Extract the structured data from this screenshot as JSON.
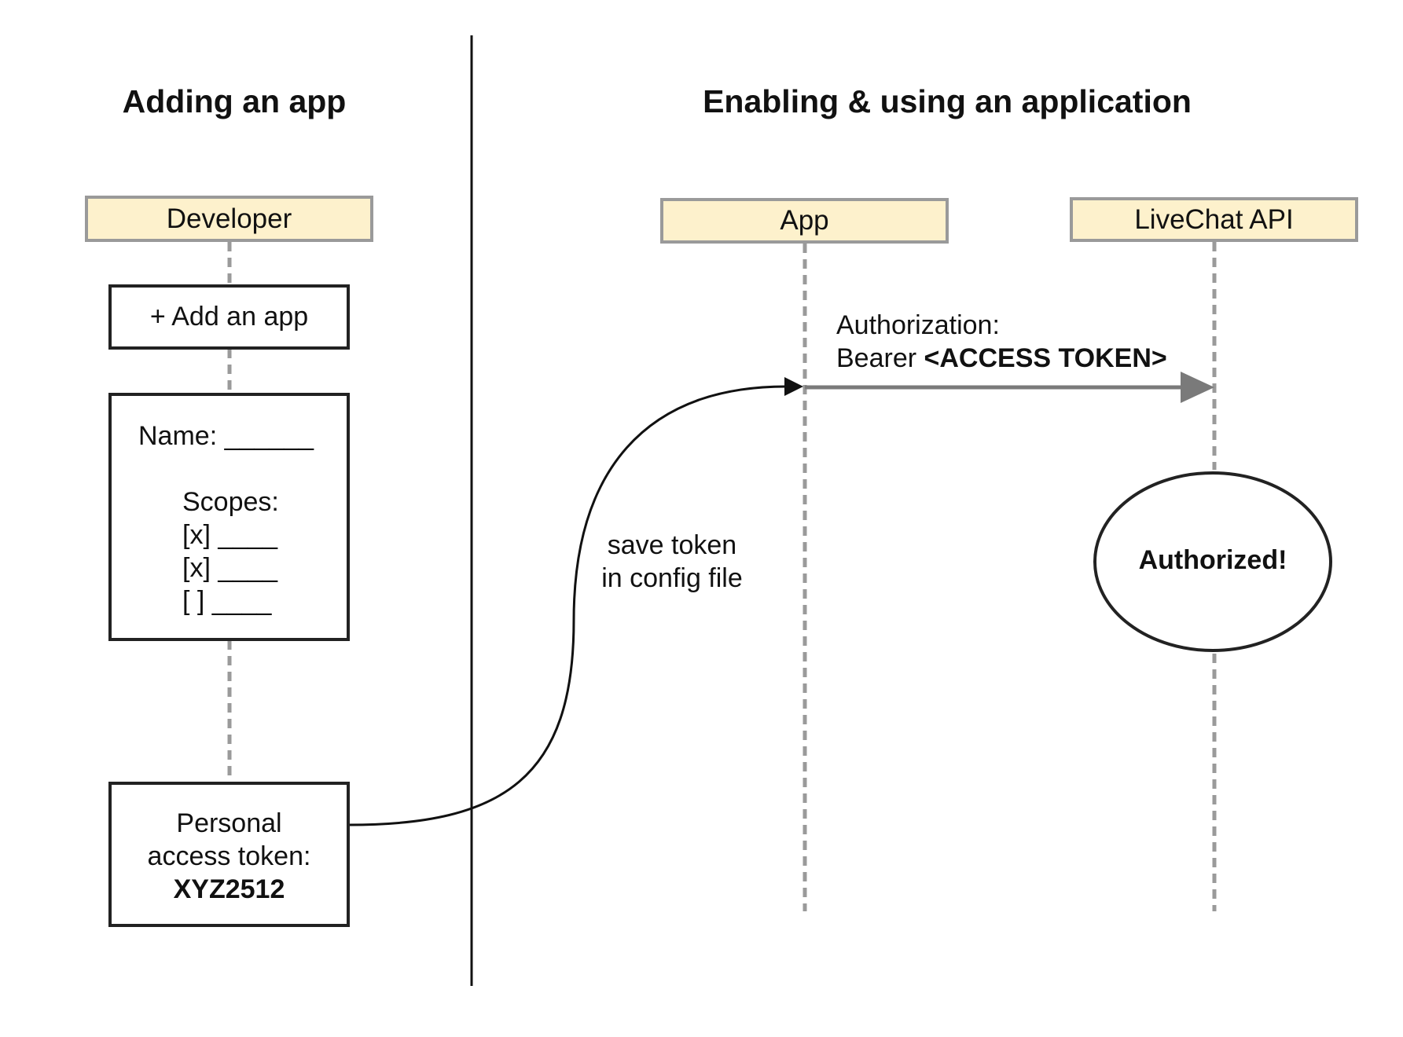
{
  "headings": {
    "left": "Adding an app",
    "right": "Enabling & using an application"
  },
  "actors": {
    "developer": "Developer",
    "app": "App",
    "api": "LiveChat API"
  },
  "add_app_box": {
    "label": "+ Add an app"
  },
  "form_box": {
    "name_line": "Name: ______",
    "scopes_label": "Scopes:",
    "scope_lines": [
      "[x] ____",
      "[x] ____",
      "[  ] ____"
    ]
  },
  "token_box": {
    "line1": "Personal",
    "line2": "access token:",
    "token": "XYZ2512"
  },
  "save_label": {
    "line1": "save token",
    "line2": "in config file"
  },
  "request_label": {
    "line1": "Authorization:",
    "line2_prefix": "Bearer ",
    "line2_bold": "<ACCESS TOKEN>"
  },
  "result": {
    "label": "Authorized!"
  },
  "colors": {
    "actor_fill": "#fdf1cc",
    "actor_border": "#9a9a9a",
    "lifeline": "#9a9a9a",
    "box_border": "#222222"
  }
}
